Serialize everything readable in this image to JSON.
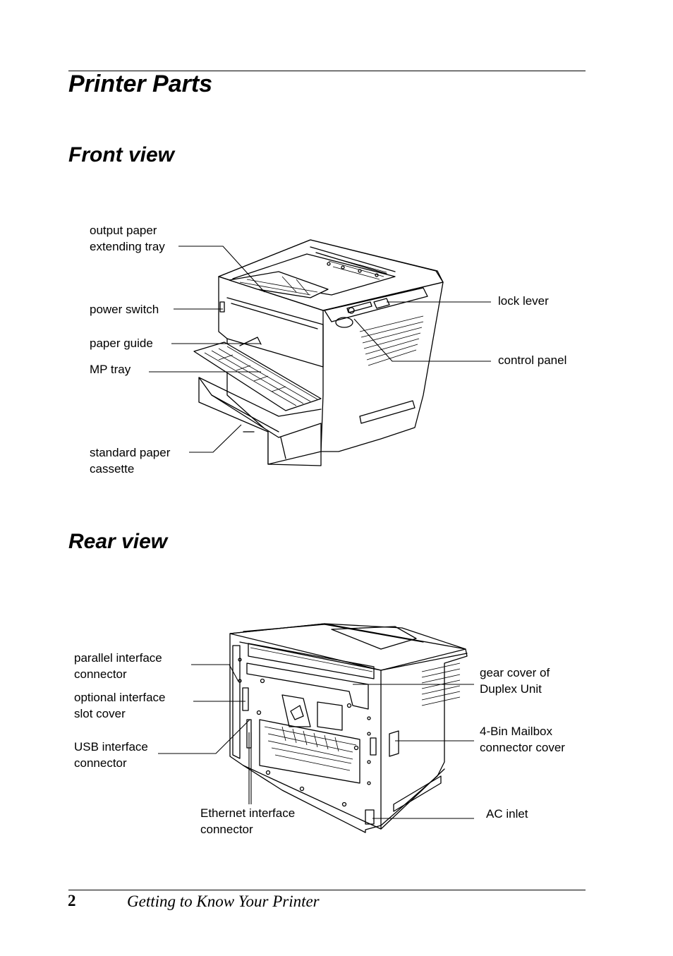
{
  "page": {
    "title": "Printer Parts",
    "front_heading": "Front view",
    "rear_heading": "Rear view"
  },
  "front_labels": {
    "output_tray": "output paper\nextending tray",
    "power_switch": "power switch",
    "paper_guide": "paper guide",
    "mp_tray": "MP tray",
    "cassette": "standard paper\ncassette",
    "lock_lever": "lock lever",
    "control_panel": "control panel"
  },
  "rear_labels": {
    "parallel": "parallel interface\nconnector",
    "optional_slot": "optional interface\nslot cover",
    "usb": "USB interface\nconnector",
    "ethernet": "Ethernet interface\nconnector",
    "gear_cover": "gear cover of\nDuplex Unit",
    "mailbox": "4-Bin Mailbox\nconnector cover",
    "ac_inlet": "AC inlet"
  },
  "footer": {
    "page_number": "2",
    "chapter": "Getting to Know Your Printer"
  }
}
